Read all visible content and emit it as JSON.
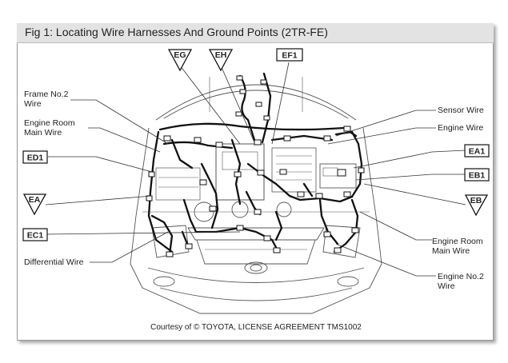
{
  "figure": {
    "title": "Fig 1: Locating Wire Harnesses And Ground Points (2TR-FE)",
    "credit": "Courtesy of © TOYOTA, LICENSE AGREEMENT TMS1002"
  },
  "labels": {
    "frame_no2_wire": [
      "Frame No.2",
      "Wire"
    ],
    "engine_room_main_wire_left": [
      "Engine Room",
      "Main Wire"
    ],
    "differential_wire": "Differential Wire",
    "sensor_wire": "Sensor Wire",
    "engine_wire": "Engine Wire",
    "engine_room_main_wire_right": [
      "Engine Room",
      "Main Wire"
    ],
    "engine_no2_wire": [
      "Engine No.2",
      "Wire"
    ]
  },
  "ground_points": {
    "eg": "EG",
    "eh": "EH",
    "ea": "EA",
    "eb": "EB"
  },
  "connectors": {
    "ef1": "EF1",
    "ed1": "ED1",
    "ec1": "EC1",
    "ea1": "EA1",
    "eb1": "EB1"
  }
}
